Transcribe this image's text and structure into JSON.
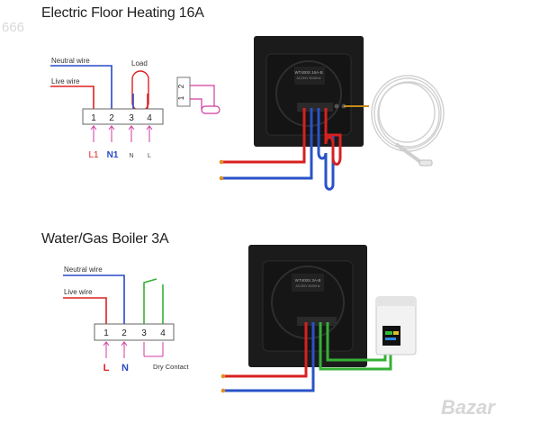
{
  "watermark_top": "666",
  "watermark_bottom": "Bazar",
  "section1": {
    "title": "Electric Floor Heating 16A",
    "neutral_label": "Neutral wire",
    "live_label": "Live wire",
    "load_label": "Load",
    "terminals": [
      "1",
      "2",
      "3",
      "4"
    ],
    "bottom_labels": [
      "L1",
      "N1",
      "N",
      "L"
    ],
    "sensor_terminals": [
      "2",
      "1"
    ],
    "device_model": "WT400S 16A-B",
    "device_sub": "AC230V 50/60Hz"
  },
  "section2": {
    "title": "Water/Gas Boiler 3A",
    "neutral_label": "Neutral wire",
    "live_label": "Live wire",
    "terminals": [
      "1",
      "2",
      "3",
      "4"
    ],
    "bottom_labels": [
      "L",
      "N",
      "Dry Contact"
    ],
    "device_model": "WT400S 3A-B",
    "device_sub": "AC230V 50/60Hz"
  },
  "colors": {
    "live": "#e02020",
    "neutral": "#2848c8",
    "dry_contact": "#35b035",
    "sensor": "#d23aa0",
    "device": "#1a1a1a"
  }
}
